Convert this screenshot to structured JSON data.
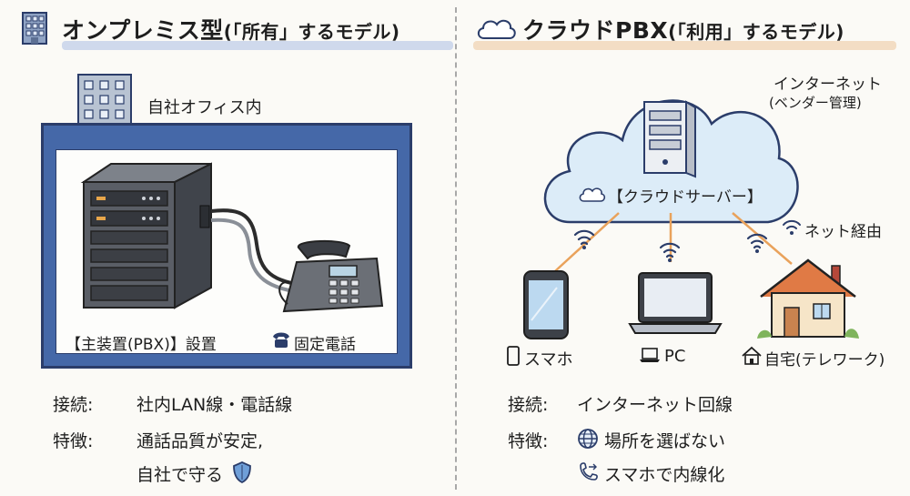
{
  "left": {
    "title": "オンプレミス型",
    "subtitle": "(「所有」するモデル)",
    "office_label": "自社オフィス内",
    "pbx_label": "【主装置(PBX)】設置",
    "phone_label": "固定電話",
    "connection_label": "接続:",
    "connection_value": "社内LAN線・電話線",
    "feature_label": "特徴:",
    "feature_line1": "通話品質が安定,",
    "feature_line2": "自社で守る"
  },
  "right": {
    "title": "クラウドPBX",
    "subtitle": "(「利用」するモデル)",
    "internet_label": "インターネット",
    "internet_sub": "(ベンダー管理)",
    "server_label": "【クラウドサーバー】",
    "via_net": "ネット経由",
    "devices": [
      {
        "label": "スマホ",
        "icon": "smartphone-icon"
      },
      {
        "label": "PC",
        "icon": "laptop-icon"
      },
      {
        "label": "自宅(テレワーク)",
        "icon": "house-icon"
      }
    ],
    "connection_label": "接続:",
    "connection_value": "インターネット回線",
    "feature_label": "特徴:",
    "feature_line1": "場所を選ばない",
    "feature_line2": "スマホで内線化"
  },
  "colors": {
    "frame_blue": "#4568a8",
    "navy": "#2b3d6a",
    "cloud_blue": "#dcecf8",
    "wire_orange": "#e9a25b",
    "roof_orange": "#e07a45"
  }
}
